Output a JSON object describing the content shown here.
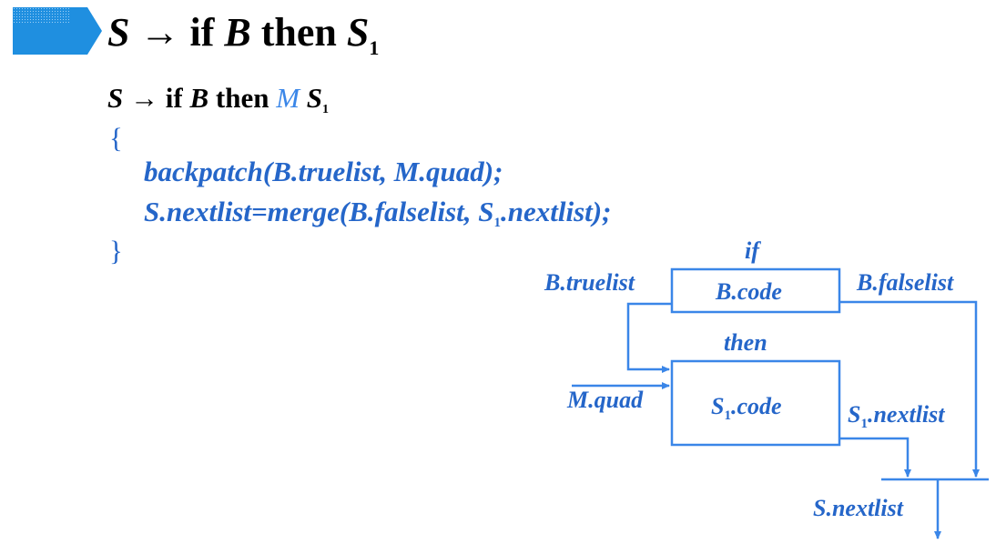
{
  "title": {
    "lhs": "S",
    "arrow": "→",
    "kw1": "if",
    "b": "B",
    "kw2": "then",
    "s": "S",
    "sub": "1"
  },
  "production": {
    "lhs": "S",
    "arrow": "→",
    "kw1": "if",
    "b": "B",
    "kw2": "then",
    "m": "M",
    "s": "S",
    "sub": "1"
  },
  "code": {
    "open": "{",
    "line1": "backpatch(B.truelist, M.quad);",
    "line2_pre": "S.nextlist=merge(B.falselist, S",
    "line2_sub": "1",
    "line2_post": ".nextlist);",
    "close": "}"
  },
  "diagram": {
    "if_label": "if",
    "b_truelist": "B.truelist",
    "b_code": "B.code",
    "b_falselist": "B.falselist",
    "then_label": "then",
    "m_quad": "M.quad",
    "s1_code_pre": "S",
    "s1_code_sub": "1",
    "s1_code_post": ".code",
    "s1_nextlist_pre": "S",
    "s1_nextlist_sub": "1",
    "s1_nextlist_post": ".nextlist",
    "s_nextlist": "S.nextlist"
  },
  "colors": {
    "accent": "#2566c9",
    "marker": "#1f8fe0"
  }
}
